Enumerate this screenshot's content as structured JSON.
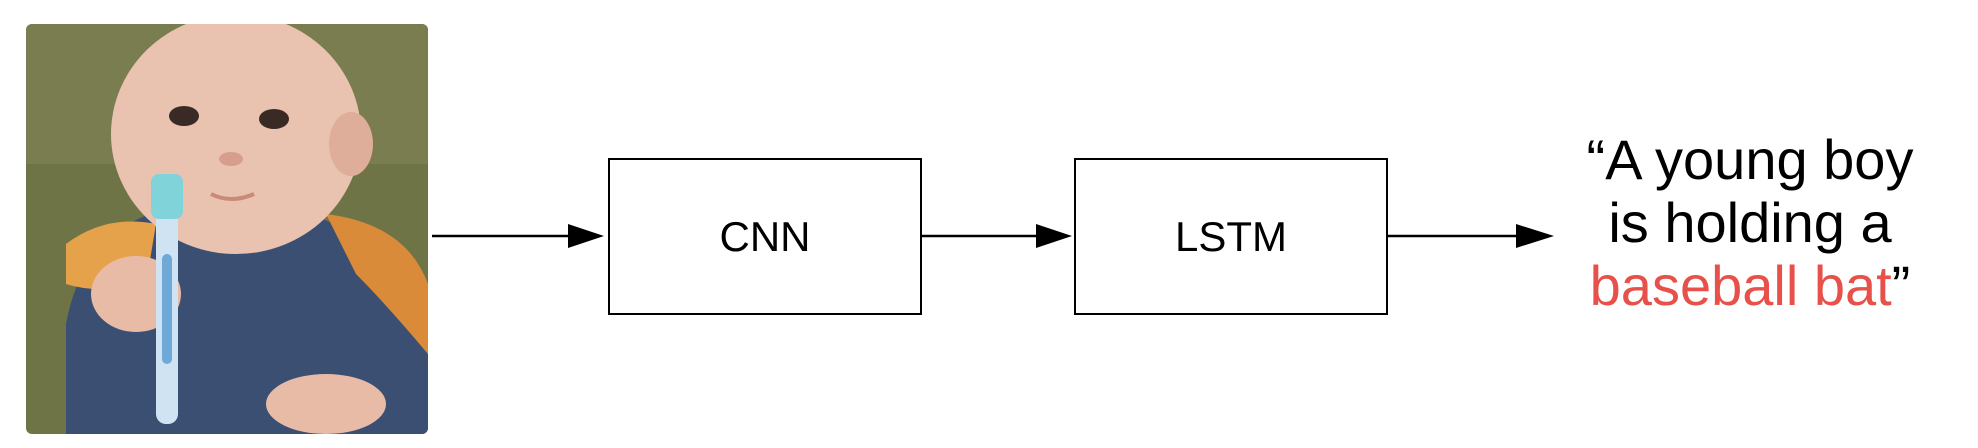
{
  "blocks": {
    "cnn_label": "CNN",
    "lstm_label": "LSTM"
  },
  "caption": {
    "open_quote": "“",
    "line1": "A young boy",
    "line2": "is holding a",
    "highlight": "baseball bat",
    "close_quote": "”",
    "highlight_color": "#e8504a"
  },
  "image": {
    "subject": "baby-holding-toothbrush"
  }
}
